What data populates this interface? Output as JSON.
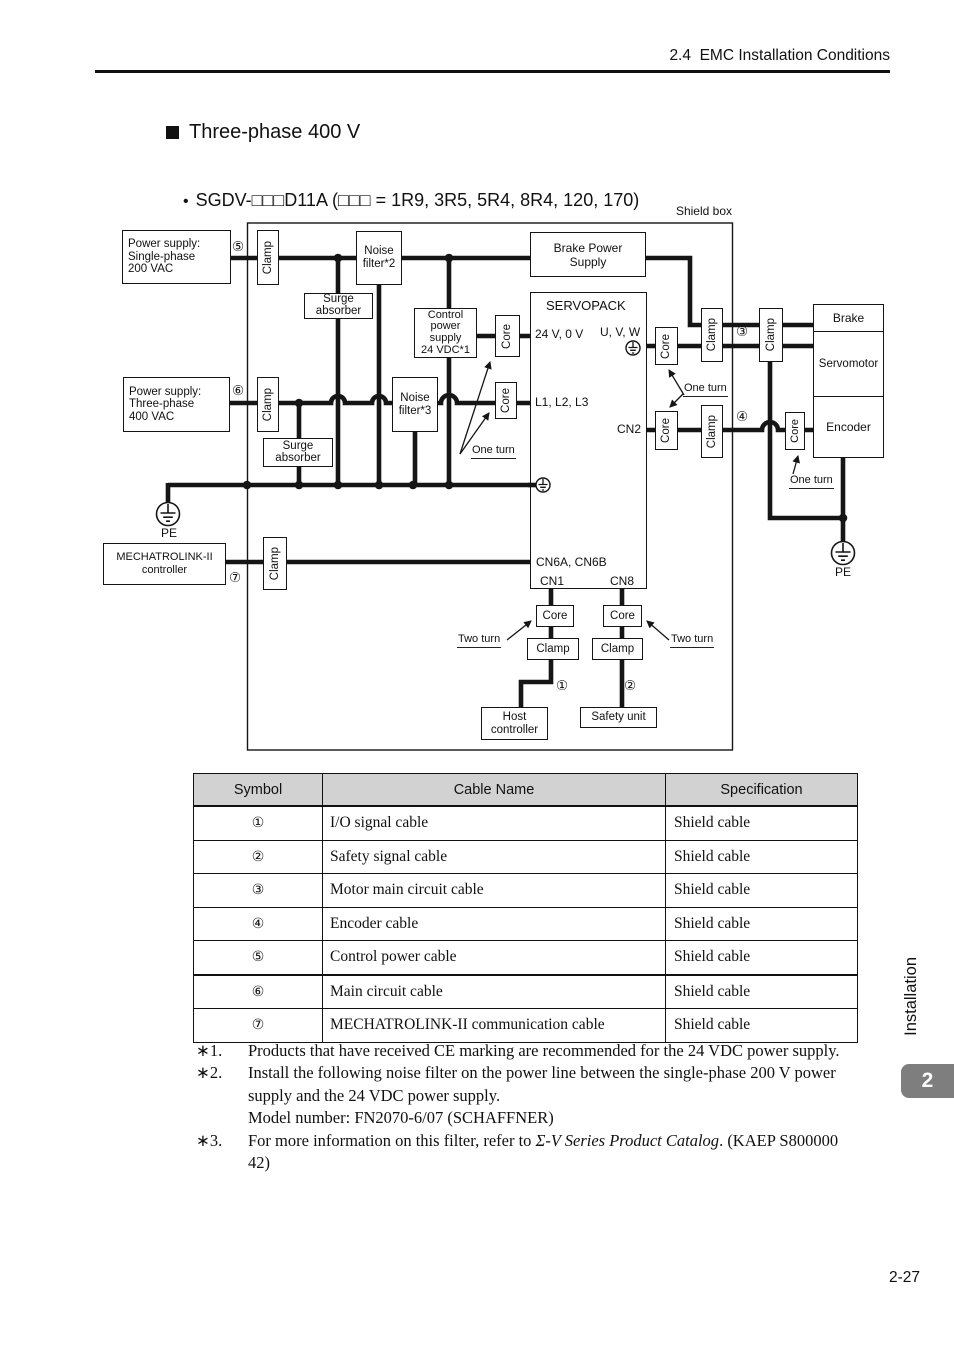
{
  "header": {
    "section": "2.4  EMC Installation Conditions"
  },
  "title": {
    "heading": "Three-phase 400 V",
    "bullet": "•",
    "model_line": "SGDV-□□□D11A (□□□ = 1R9, 3R5, 5R4, 8R4, 120, 170)"
  },
  "diagram": {
    "shield_box_label": "Shield box",
    "labels": {
      "power_supply_single": "Power supply:\nSingle-phase\n200 VAC",
      "power_supply_three": "Power supply:\nThree-phase\n400 VAC",
      "clamp": "Clamp",
      "core": "Core",
      "noise_filter2": "Noise\nfilter*2",
      "noise_filter3": "Noise\nfilter*3",
      "surge_absorber": "Surge\nabsorber",
      "control_power_supply": "Control\npower\nsupply\n24 VDC*1",
      "brake_power_supply": "Brake Power\nSupply",
      "servopack": "SERVOPACK",
      "v24": "24 V, 0 V",
      "uvw": "U, V, W",
      "l123": "L1, L2, L3",
      "cn2": "CN2",
      "cn6": "CN6A, CN6B",
      "cn1": "CN1",
      "cn8": "CN8",
      "brake": "Brake",
      "servomotor": "Servomotor",
      "encoder": "Encoder",
      "mechatrolink": "MECHATROLINK-II\ncontroller",
      "host_controller": "Host\ncontroller",
      "safety_unit": "Safety unit",
      "one_turn": "One turn",
      "two_turn": "Two turn",
      "pe": "PE"
    },
    "symbols": {
      "s1": "①",
      "s2": "②",
      "s3": "③",
      "s4": "④",
      "s5": "⑤",
      "s6": "⑥",
      "s7": "⑦"
    }
  },
  "table": {
    "headers": [
      "Symbol",
      "Cable Name",
      "Specification"
    ],
    "rows": [
      {
        "symbol": "①",
        "cable": "I/O signal cable",
        "spec": "Shield cable"
      },
      {
        "symbol": "②",
        "cable": "Safety signal cable",
        "spec": "Shield cable"
      },
      {
        "symbol": "③",
        "cable": "Motor main circuit cable",
        "spec": "Shield cable"
      },
      {
        "symbol": "④",
        "cable": "Encoder cable",
        "spec": "Shield cable"
      },
      {
        "symbol": "⑤",
        "cable": "Control power cable",
        "spec": "Shield cable"
      },
      {
        "symbol": "⑥",
        "cable": "Main circuit cable",
        "spec": "Shield cable"
      },
      {
        "symbol": "⑦",
        "cable": "MECHATROLINK-II communication cable",
        "spec": "Shield cable"
      }
    ]
  },
  "footnotes": {
    "n1": {
      "marker": "∗1.",
      "text": "Products that have received CE marking are recommended for the 24 VDC power supply."
    },
    "n2": {
      "marker": "∗2.",
      "line1": "Install the following noise filter on the power line between the single-phase 200 V power",
      "line2": "supply and the 24 VDC power supply.",
      "line3": "Model number: FN2070-6/07 (SCHAFFNER)"
    },
    "n3": {
      "marker": "∗3.",
      "pre": "For more information on this filter, refer to ",
      "italic": "Σ-V Series Product Catalog",
      "post": ". (KAEP S800000",
      "line2": "42)"
    }
  },
  "sidebar": {
    "chapter_label": "Installation",
    "chapter_number": "2"
  },
  "footer": {
    "page_number": "2-27"
  }
}
